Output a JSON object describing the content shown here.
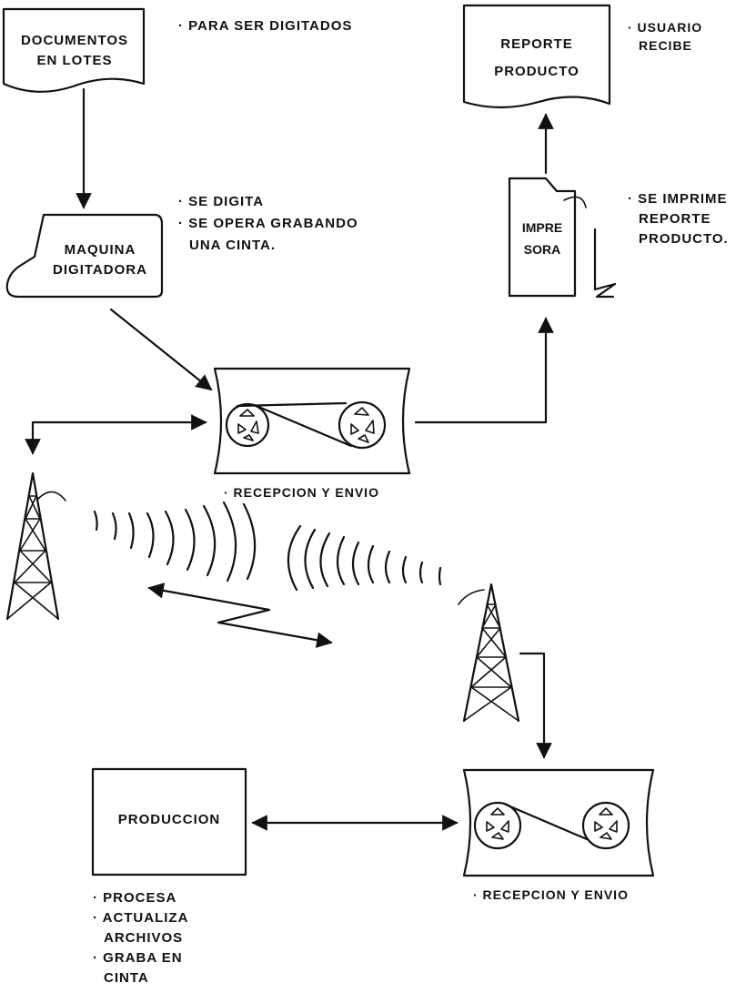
{
  "documents": {
    "line1": "DOCUMENTOS",
    "line2": "EN LOTES",
    "note": "· PARA SER DIGITADOS"
  },
  "machine": {
    "line1": "MAQUINA",
    "line2": "DIGITADORA",
    "notes": [
      "· SE DIGITA",
      "· SE OPERA GRABANDO",
      "UNA CINTA."
    ]
  },
  "report": {
    "line1": "REPORTE",
    "line2": "PRODUCTO",
    "notes": [
      "· USUARIO",
      "RECIBE"
    ]
  },
  "printer": {
    "line1": "IMPRE",
    "line2": "SORA",
    "notes": [
      "· SE IMPRIME",
      "REPORTE",
      "PRODUCTO."
    ]
  },
  "tape_top": {
    "caption": "· RECEPCION Y ENVIO"
  },
  "tape_bottom": {
    "caption": "· RECEPCION Y ENVIO"
  },
  "production": {
    "label": "PRODUCCION",
    "notes": [
      "· PROCESA",
      "· ACTUALIZA",
      "ARCHIVOS",
      "· GRABA EN",
      "CINTA"
    ]
  }
}
